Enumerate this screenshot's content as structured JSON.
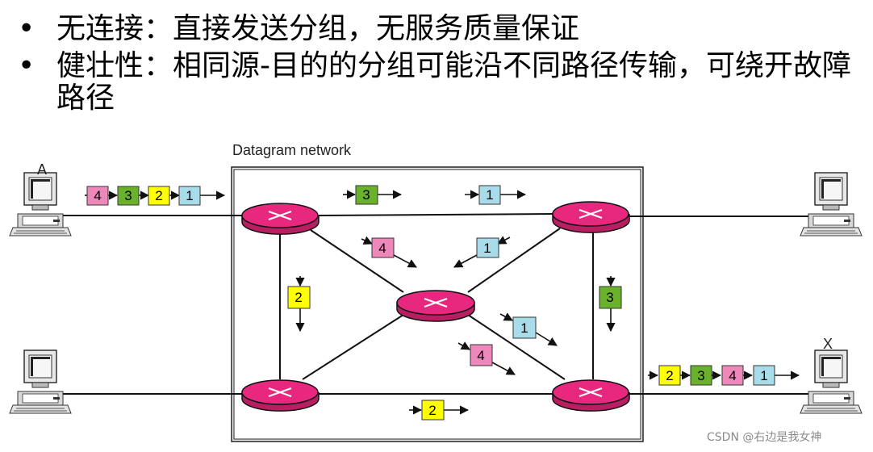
{
  "bullets": [
    {
      "marker": "•",
      "text": "无连接：直接发送分组，无服务质量保证"
    },
    {
      "marker": "•",
      "text": "健壮性：相同源-目的的分组可能沿不同路径传输，可绕开故障路径"
    }
  ],
  "diagram": {
    "network_label": "Datagram network",
    "host_a_label": "A",
    "host_x_label": "X",
    "colors": {
      "router": "#e8287f",
      "pkt_1": "#a8dcea",
      "pkt_2": "#ffff00",
      "pkt_3": "#6ab12c",
      "pkt_4": "#ee88bb"
    },
    "packets": {
      "in_4": "4",
      "in_3": "3",
      "in_2": "2",
      "in_1": "1",
      "top_3": "3",
      "top_1": "1",
      "diag_tl_4": "4",
      "diag_tr_1": "1",
      "left_2": "2",
      "right_3": "3",
      "diag_br_1": "1",
      "diag_bl_4": "4",
      "bottom_2": "2",
      "out_2": "2",
      "out_3": "3",
      "out_4": "4",
      "out_1": "1"
    }
  },
  "watermark": "CSDN @右边是我女神"
}
